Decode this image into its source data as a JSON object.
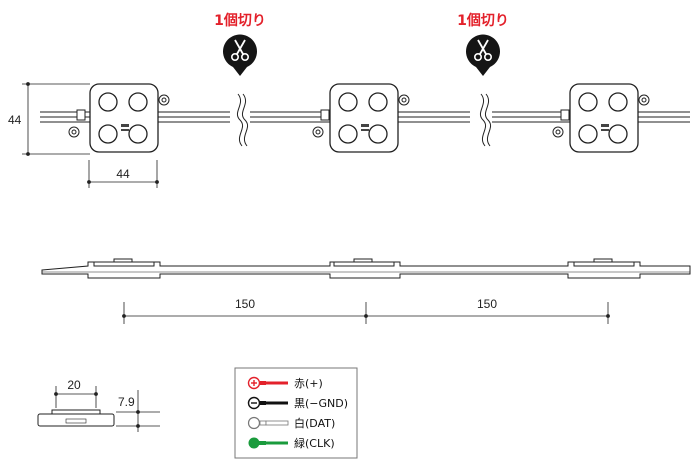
{
  "cut_labels": [
    "1個切り",
    "1個切り"
  ],
  "dimensions": {
    "module_height": "44",
    "module_width": "44",
    "pitch_1": "150",
    "pitch_2": "150",
    "side_width": "20",
    "side_height": "7.9"
  },
  "legend": [
    {
      "label": "赤(+)",
      "color": "#e3212b",
      "icon": "plus-terminal-icon"
    },
    {
      "label": "黒(−GND)",
      "color": "#111111",
      "icon": "minus-terminal-icon"
    },
    {
      "label": "白(DAT)",
      "color": "#ffffff",
      "icon": "open-terminal-icon"
    },
    {
      "label": "緑(CLK)",
      "color": "#1a9b3c",
      "icon": "green-terminal-icon"
    }
  ],
  "colors": {
    "line": "#222222",
    "module_fill": "#ffffff",
    "cut_badge": "#151515",
    "accent_red": "#e3212b"
  }
}
